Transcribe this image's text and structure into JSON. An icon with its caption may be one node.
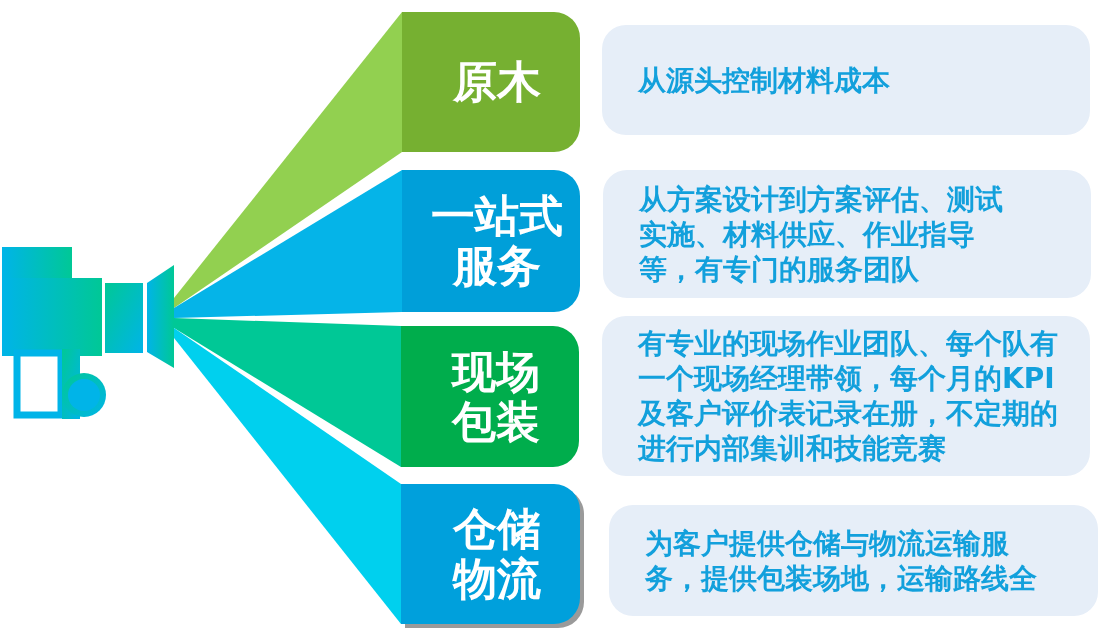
{
  "diagram": {
    "nodes": [
      {
        "text": [],
        "shape": "picture"
      },
      {
        "text": [
          "原木"
        ]
      },
      {
        "text": [
          "从源头控制材料成本"
        ]
      },
      {
        "text": [
          "一站式服务"
        ]
      },
      {
        "text": [
          "从方案设计到方案评估、测试实施、材料供应、作业指导等，有专门的服务团队"
        ]
      },
      {
        "text": [
          "现场包装"
        ]
      },
      {
        "text": [
          "有专业的现场作业团队、每个队有一个现场经理带领，每个月的KPI及客户评价表记录在册，不定期的进行内部集训和技能竞赛"
        ]
      },
      {
        "text": [
          "仓储物流"
        ]
      },
      {
        "text": [
          "为客户提供仓储与物流运输服务，提供包装场地，运输路线全"
        ]
      }
    ],
    "edges": [
      {
        "from": 0,
        "to": 1,
        "arrow": "none",
        "color": "#92d050"
      },
      {
        "from": 0,
        "to": 3,
        "arrow": "none",
        "color": "#05b4e8"
      },
      {
        "from": 0,
        "to": 5,
        "arrow": "none",
        "color": "#00c896"
      },
      {
        "from": 0,
        "to": 7,
        "arrow": "none",
        "color": "#00d0ee"
      }
    ]
  }
}
